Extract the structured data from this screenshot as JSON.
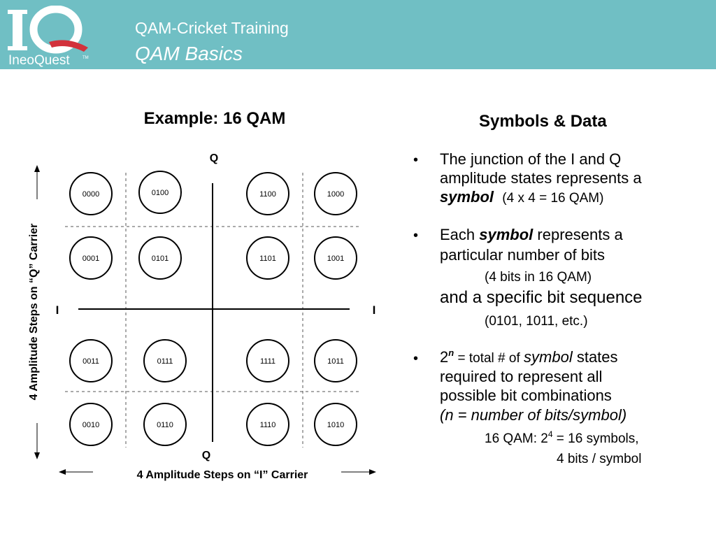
{
  "header": {
    "title": "QAM-Cricket Training",
    "subtitle": "QAM Basics",
    "logo_text": "IneoQuest",
    "logo_tm": "TM",
    "colors": {
      "band": "#70bfc4",
      "logo_accent": "#d2323c"
    }
  },
  "diagram": {
    "title": "Example:  16 QAM",
    "q_top": "Q",
    "q_bottom": "Q",
    "i_left": "I",
    "i_right": "I",
    "vertical_caption": "4  Amplitude Steps on “Q” Carrier",
    "horizontal_caption": "4   Amplitude Steps on “I” Carrier",
    "rows": [
      [
        "0000",
        "0100",
        "1100",
        "1000"
      ],
      [
        "0001",
        "0101",
        "1101",
        "1001"
      ],
      [
        "0011",
        "0111",
        "1111",
        "1011"
      ],
      [
        "0010",
        "0110",
        "1110",
        "1010"
      ]
    ]
  },
  "right": {
    "heading": "Symbols & Data",
    "b1_l1": "The junction of the I and Q",
    "b1_l2": "amplitude states represents a",
    "b1_symbol": "symbol",
    "b1_paren": "(4 x 4 = 16 QAM)",
    "b2_each": "Each ",
    "b2_symbol": "symbol",
    "b2_rest": " represents a",
    "b2_l2": "particular number of bits",
    "b2_l3": "(4 bits in 16 QAM)",
    "b2_l4": "and a specific bit sequence",
    "b2_l5": "(0101, 1011, etc.)",
    "b3_two": "2",
    "b3_n": "n",
    "b3_eq": " = total # of ",
    "b3_symbol": "symbol",
    "b3_states": " states",
    "b3_l2": "required to represent all",
    "b3_l3": "possible bit combinations",
    "b3_l4": "(n = number of bits/symbol)",
    "b3_l5_a": "16 QAM:  2",
    "b3_l5_sup": "4",
    "b3_l5_b": " = 16 symbols,",
    "b3_l6": "4 bits / symbol",
    "bullet_char": "•"
  }
}
